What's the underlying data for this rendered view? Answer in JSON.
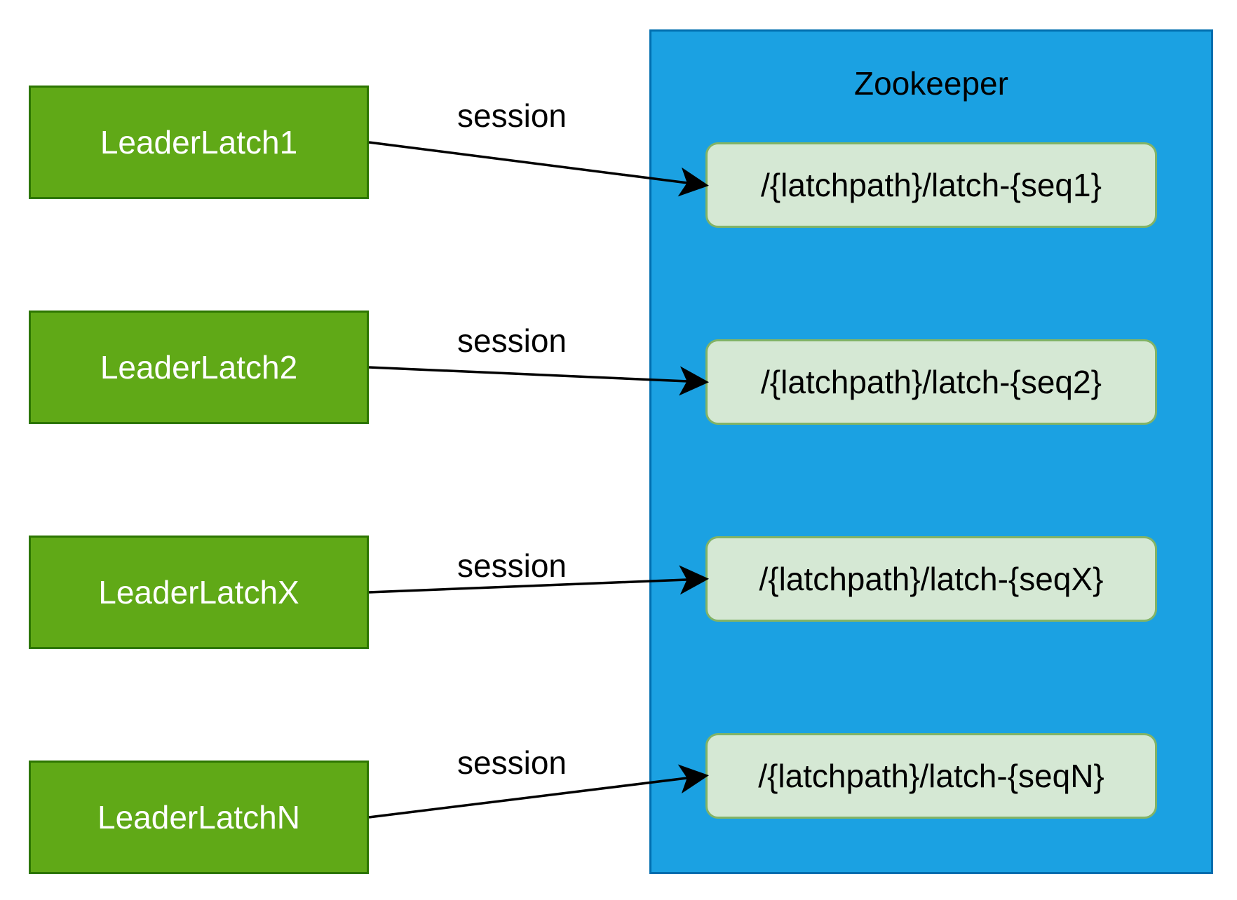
{
  "diagram": {
    "container": {
      "title": "Zookeeper",
      "fill": "#1ba1e2",
      "stroke": "#006eaf"
    },
    "latches": [
      {
        "label": "LeaderLatch1"
      },
      {
        "label": "LeaderLatch2"
      },
      {
        "label": "LeaderLatchX"
      },
      {
        "label": "LeaderLatchN"
      }
    ],
    "nodes": [
      {
        "label": "/{latchpath}/latch-{seq1}"
      },
      {
        "label": "/{latchpath}/latch-{seq2}"
      },
      {
        "label": "/{latchpath}/latch-{seqX}"
      },
      {
        "label": "/{latchpath}/latch-{seqN}"
      }
    ],
    "edges": [
      {
        "from": "LeaderLatch1",
        "to": "/{latchpath}/latch-{seq1}",
        "label": "session"
      },
      {
        "from": "LeaderLatch2",
        "to": "/{latchpath}/latch-{seq2}",
        "label": "session"
      },
      {
        "from": "LeaderLatchX",
        "to": "/{latchpath}/latch-{seqX}",
        "label": "session"
      },
      {
        "from": "LeaderLatchN",
        "to": "/{latchpath}/latch-{seqN}",
        "label": "session"
      }
    ],
    "colors": {
      "latch_fill": "#60a917",
      "latch_stroke": "#2d7600",
      "node_fill": "#d5e8d4",
      "node_stroke": "#82b366",
      "edge": "#000000"
    }
  }
}
